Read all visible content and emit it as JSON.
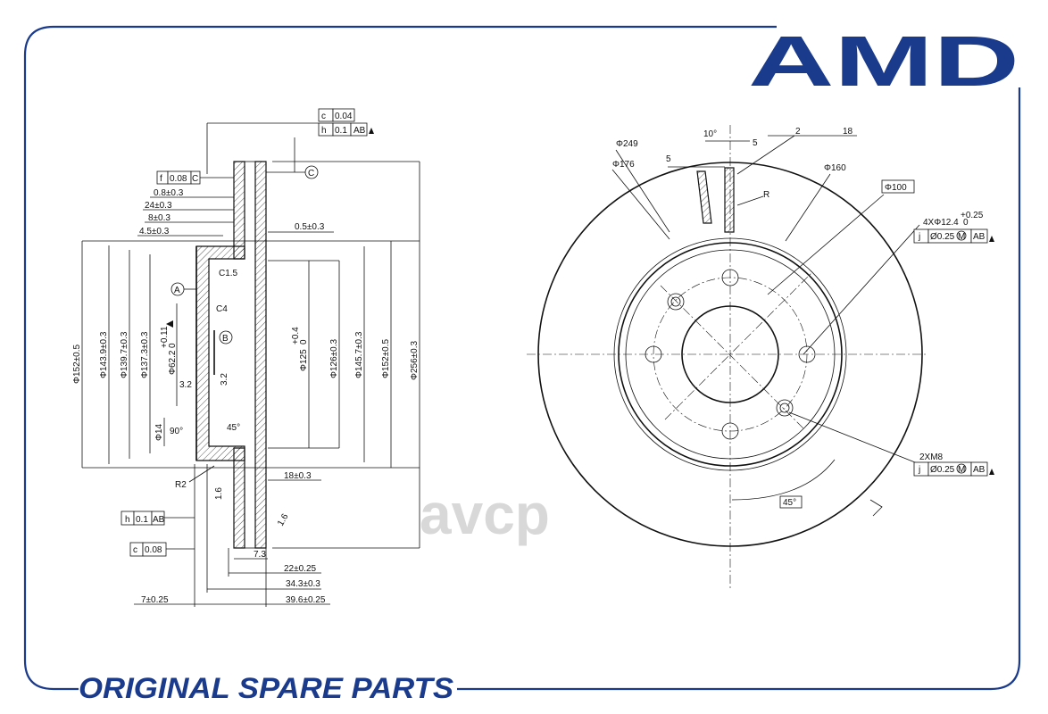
{
  "brand": {
    "logo_text": "AMD",
    "watermark": "avcp",
    "footer_text": "ORIGINAL SPARE PARTS"
  },
  "colors": {
    "brand": "#1a3a8c",
    "lines": "#111111",
    "watermark": "#d8d8d8"
  },
  "section_view": {
    "tolerance_top": {
      "c_symbol": "c",
      "c_value": "0.04",
      "h_symbol": "h",
      "h_value": "0.1",
      "h_ref": "AB"
    },
    "datum_c": "C",
    "flatness": {
      "symbol": "f",
      "value": "0.08",
      "ref": "C"
    },
    "datum_a": "A",
    "datum_b": "B",
    "dims_left": {
      "d1": "0.8±0.3",
      "d2": "24±0.3",
      "d3": "8±0.3",
      "d4": "4.5±0.3",
      "d5": "0.5±0.3",
      "c15": "C1.5",
      "c4": "C4",
      "r2": "R2",
      "a90": "90°",
      "a45": "45°",
      "s32a": "3.2",
      "s32b": "3.2",
      "s16a": "1.6",
      "s16b": "1.6"
    },
    "diameters": {
      "phi152a": "Φ152±0.5",
      "phi1439": "Φ143.9±0.3",
      "phi1397": "Φ139.7±0.3",
      "phi1373": "Φ137.3±0.3",
      "phi622": "Φ62.2",
      "phi622_tol": "+0.11",
      "phi622_tol0": "0",
      "phi14": "Φ14",
      "phi125": "Φ125",
      "phi125_tol": "+0.4",
      "phi125_tol0": "0",
      "phi126": "Φ126±0.3",
      "phi1457": "Φ145.7±0.3",
      "phi152b": "Φ152±0.5",
      "phi256": "Φ256±0.3"
    },
    "dims_bottom": {
      "d18": "18±0.3",
      "d73": "7.3",
      "d22": "22±0.25",
      "d343": "34.3±0.3",
      "d396": "39.6±0.25",
      "d7": "7±0.25"
    },
    "runout": {
      "h_symbol": "h",
      "h_value": "0.1",
      "h_ref": "AB",
      "c_symbol": "c",
      "c_value": "0.08"
    }
  },
  "front_view": {
    "dims": {
      "a10": "10°",
      "d5a": "5",
      "d5b": "5",
      "d2": "2",
      "d18": "18",
      "phi249": "Φ249",
      "phi176": "Φ176",
      "phi160": "Φ160",
      "r": "R",
      "phi100": "Φ100",
      "holes": "4XΦ12.4",
      "holes_tol": "+0.25",
      "holes_tol0": "0",
      "a45": "45°",
      "m8": "2XM8"
    },
    "pos_tol_1": {
      "symbol": "j",
      "value": "Ø0.25",
      "mod": "M",
      "ref": "AB"
    },
    "pos_tol_2": {
      "symbol": "j",
      "value": "Ø0.25",
      "mod": "M",
      "ref": "AB"
    }
  }
}
